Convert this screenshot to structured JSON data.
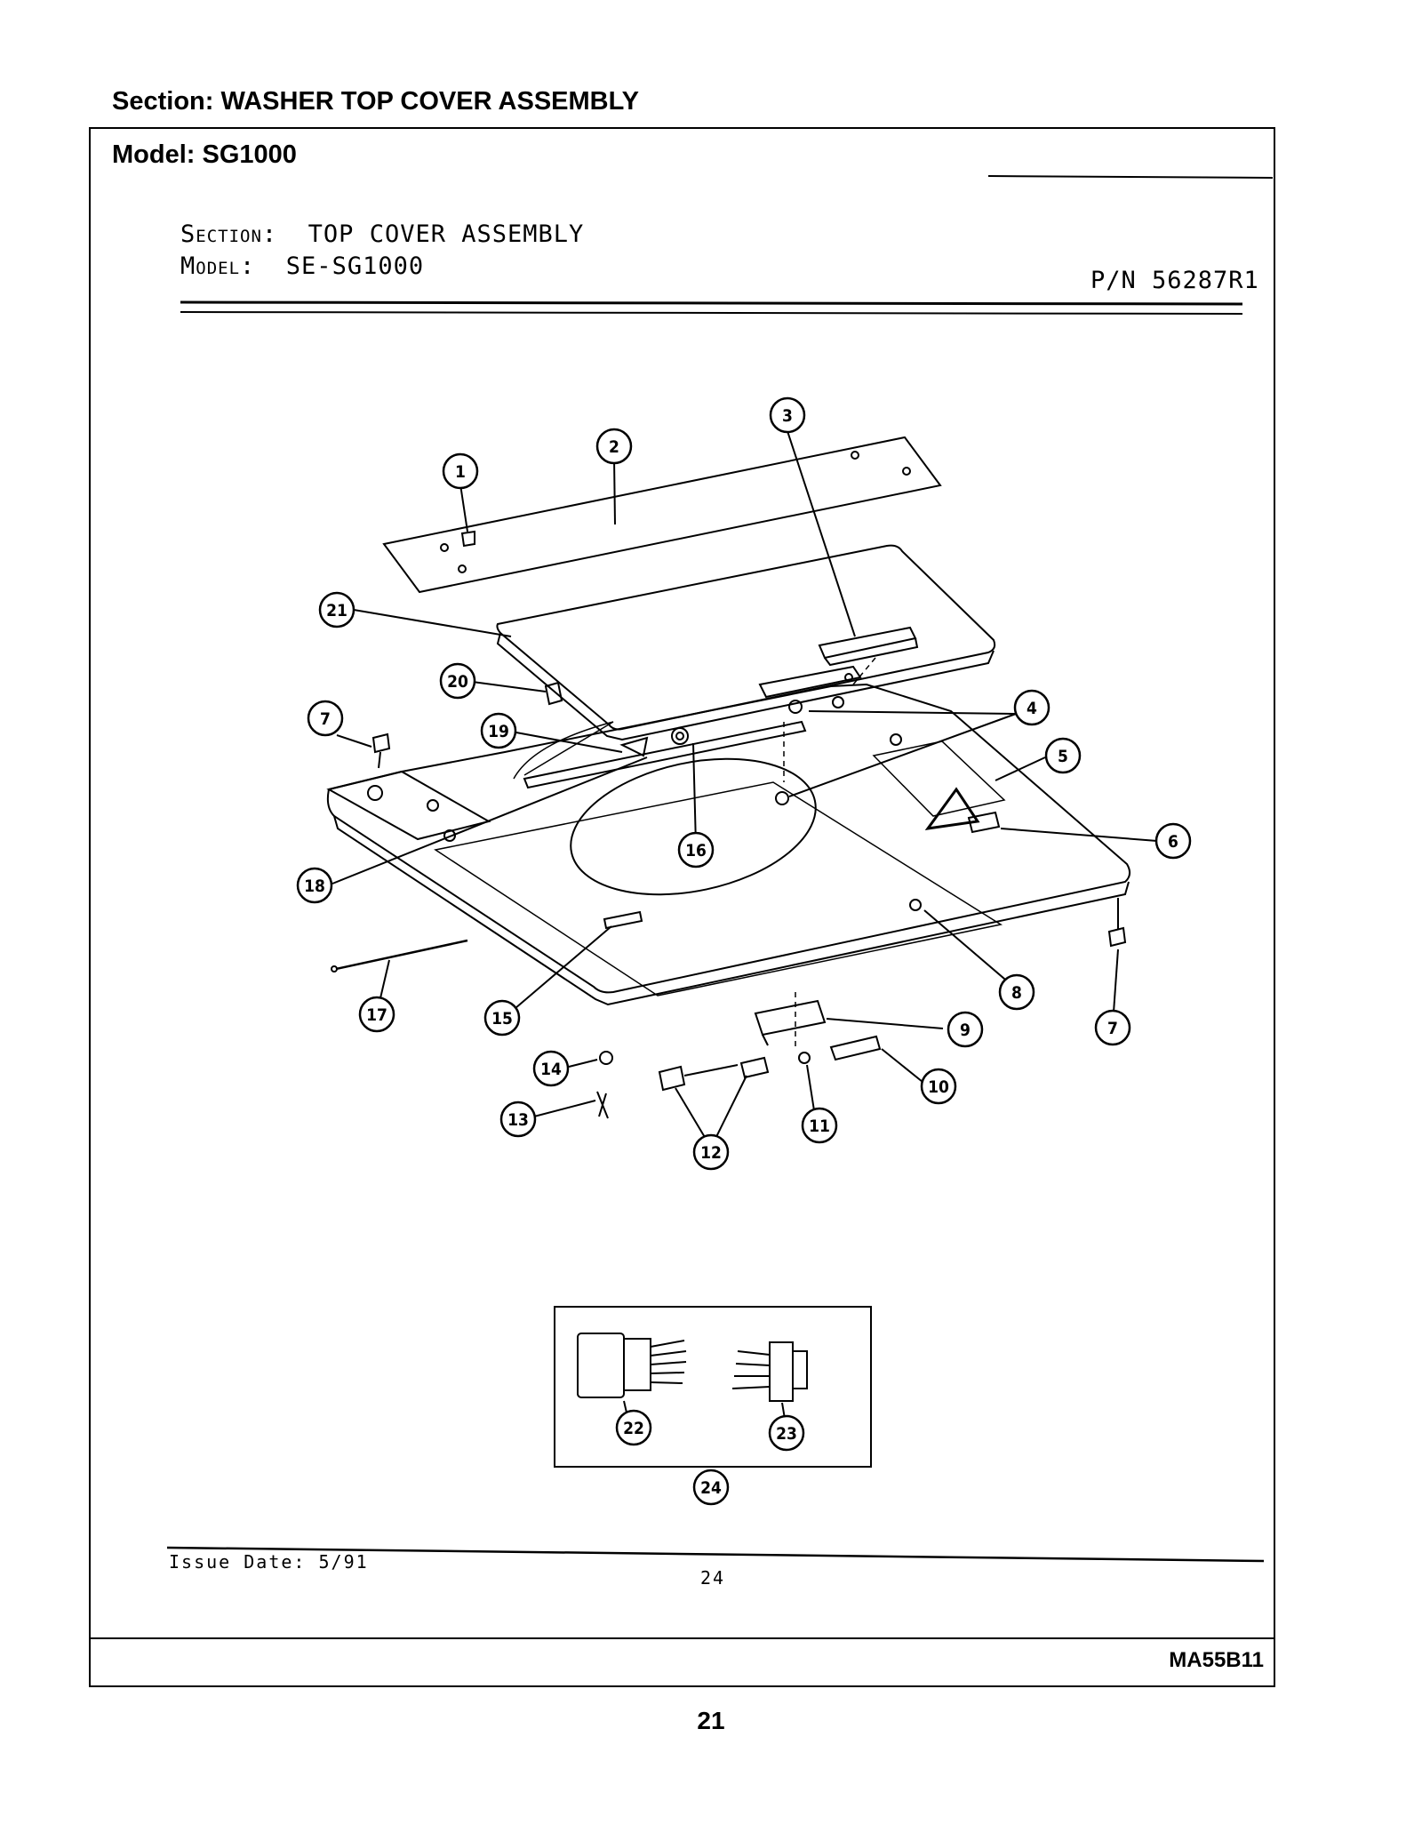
{
  "header": {
    "section": "Section:  WASHER TOP COVER ASSEMBLY",
    "model": "Model:  SG1000"
  },
  "scan": {
    "section_prefix": "Section:",
    "section_title": "TOP COVER ASSEMBLY",
    "model_prefix": "Model:",
    "model_value": "SE-SG1000",
    "part_number": "P/N 56287R1",
    "issue_date": "Issue Date: 5/91",
    "scan_page": "24"
  },
  "callouts": [
    "1",
    "2",
    "3",
    "4",
    "5",
    "6",
    "7",
    "8",
    "9",
    "10",
    "11",
    "12",
    "13",
    "14",
    "15",
    "16",
    "17",
    "18",
    "19",
    "20",
    "21",
    "22",
    "23",
    "24"
  ],
  "footer": {
    "doc_code": "MA55B11",
    "page_number": "21"
  }
}
